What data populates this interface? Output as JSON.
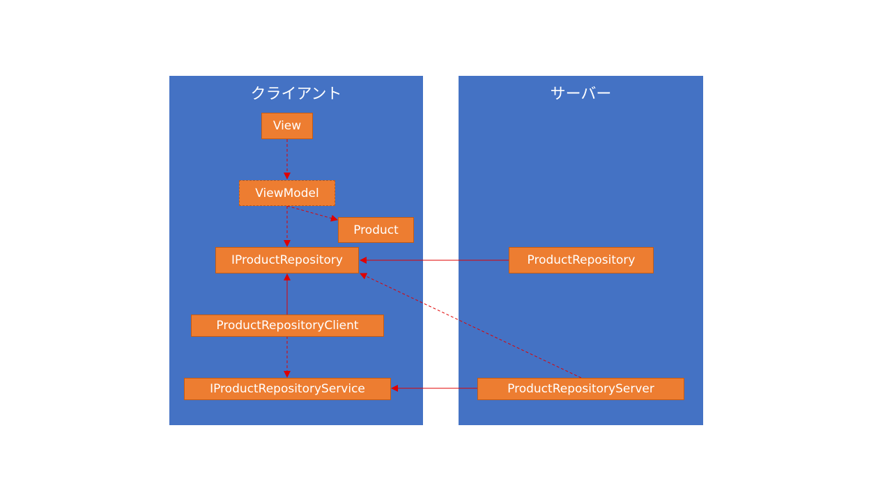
{
  "panels": {
    "client": {
      "title": "クライアント"
    },
    "server": {
      "title": "サーバー"
    }
  },
  "nodes": {
    "view": "View",
    "viewmodel": "ViewModel",
    "product": "Product",
    "iproductrepository": "IProductRepository",
    "productrepositoryclient": "ProductRepositoryClient",
    "iproductrepositoryservice": "IProductRepositoryService",
    "productrepository": "ProductRepository",
    "productrepositoryserver": "ProductRepositoryServer"
  },
  "colors": {
    "panel": "#4472c4",
    "node": "#ed7d31",
    "arrow": "#e00000"
  }
}
